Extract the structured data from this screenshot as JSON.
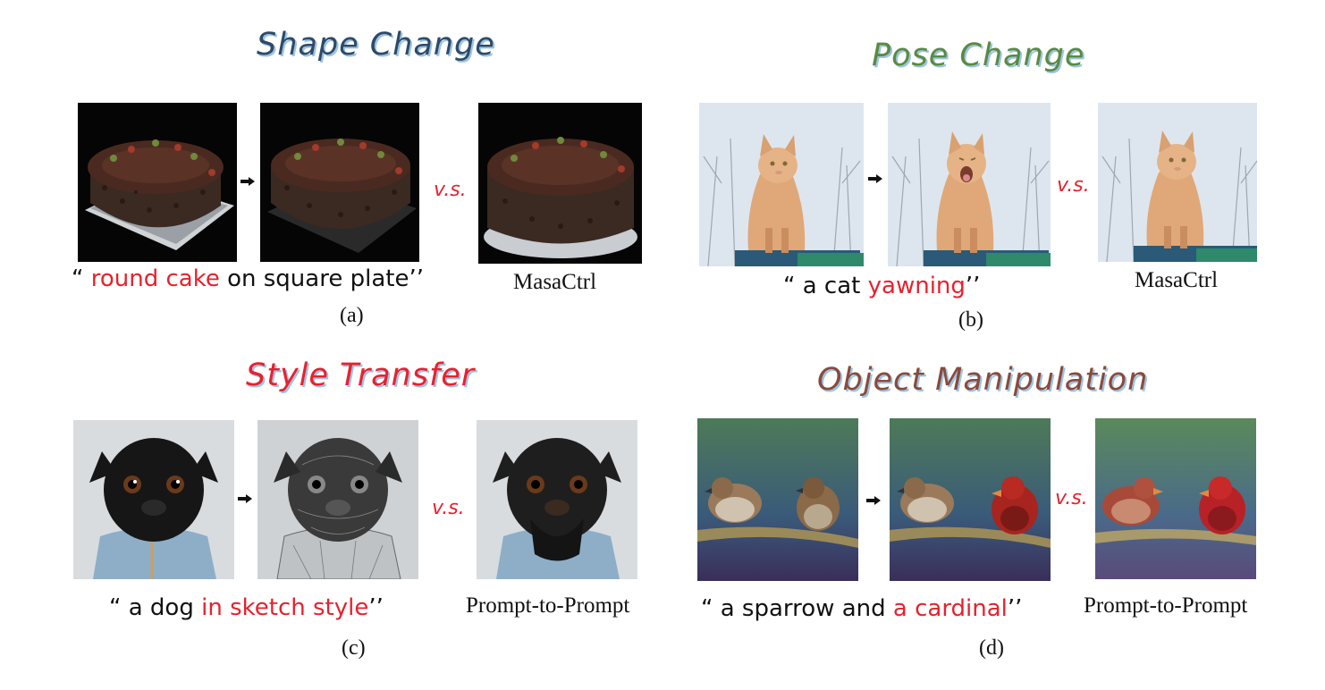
{
  "panels": {
    "a": {
      "title": "Shape Change",
      "title_color": "#2e4a67",
      "prompt_open": "“ ",
      "prompt_highlight": "round cake",
      "prompt_rest": " on square plate",
      "prompt_close": "’’",
      "vs": "v.s.",
      "baseline": "MasaCtrl",
      "label": "(a)"
    },
    "b": {
      "title": "Pose Change",
      "title_color": "#5a8a40",
      "prompt_open": "“ ",
      "prompt_rest": "a cat ",
      "prompt_highlight": "yawning",
      "prompt_close": "’’",
      "vs": "v.s.",
      "baseline": "MasaCtrl",
      "label": "(b)"
    },
    "c": {
      "title": "Style Transfer",
      "title_color": "#e8212e",
      "prompt_open": "“ ",
      "prompt_rest": "a dog ",
      "prompt_highlight": "in sketch style",
      "prompt_close": "’’",
      "vs": "v.s.",
      "baseline": "Prompt-to-Prompt",
      "label": "(c)"
    },
    "d": {
      "title": "Object Manipulation",
      "title_color": "#8a4a3a",
      "prompt_open": "“ ",
      "prompt_rest": "a sparrow and ",
      "prompt_highlight": "a cardinal",
      "prompt_close": "’’",
      "vs": "v.s.",
      "baseline": "Prompt-to-Prompt",
      "label": "(d)"
    }
  },
  "colors": {
    "highlight": "#e8212e",
    "arrow": "#111111"
  }
}
